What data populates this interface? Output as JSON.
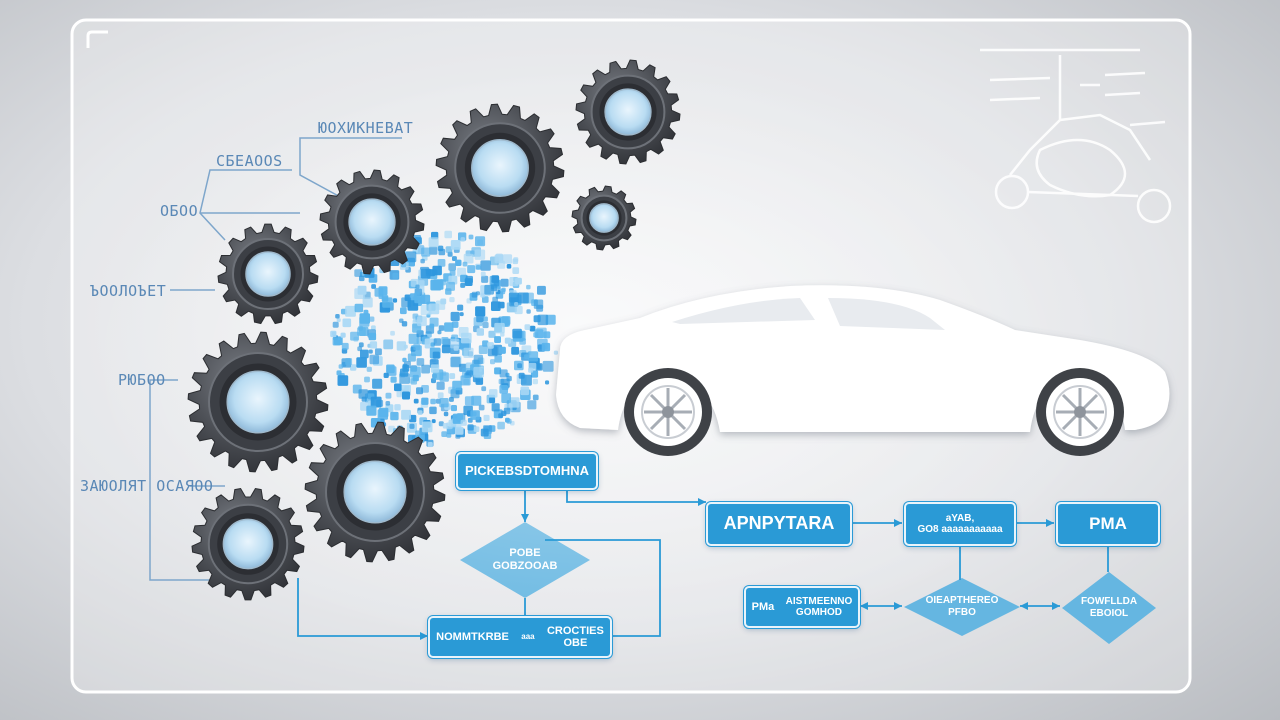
{
  "callouts": {
    "top": "ЮОХИКНЕВАТ",
    "c2": "CБЕАООЅ",
    "c3": "ОБОО",
    "c4": "ЪООЛОЪЕТ",
    "c5": "РЮБОО",
    "c6": "ЗАЮОЛЯТ ОСАЯОО"
  },
  "flow": {
    "b1": "PICKEBSDTOMHNA",
    "b2": "APNPYTARA",
    "b3": "aYAB,\nGO8 aaaaaaaaaaa",
    "b4": "PMA",
    "b5_left": "PMa",
    "b5_right": "AISTMEENNO\nGOMHOD",
    "b6_left": "NOMMTKRBE",
    "b6_mid": "aaa",
    "b6_right": "CROCTIES\nOBE",
    "d1": "POBE\nGOBZOOAB",
    "d2": "OIEAPTHEREO\nPFBO",
    "d3": "FOWFLLDA\nEBOIOL"
  },
  "colors": {
    "accent": "#2a9ad6",
    "callout_text": "#5a88b6",
    "gear": "#4c4f55",
    "gear_hub": "#cde6f6",
    "particles": "#5ab4ec"
  },
  "icons": [
    "gear-icon",
    "car-icon",
    "wheel-icon",
    "network-sketch-icon"
  ]
}
